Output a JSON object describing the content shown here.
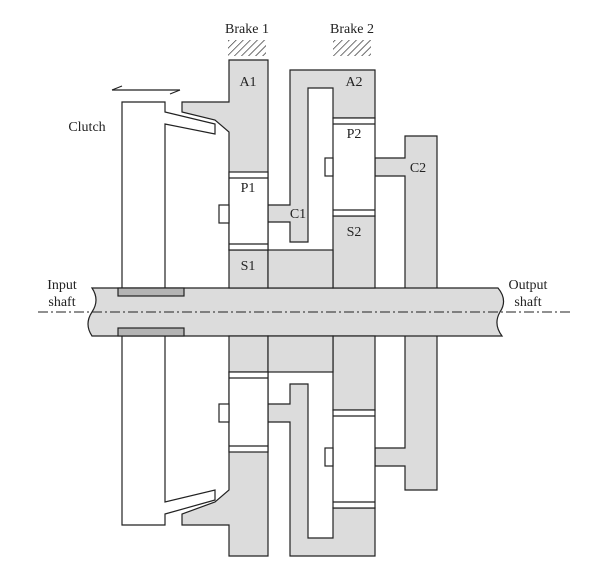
{
  "labels": {
    "brake1": "Brake 1",
    "brake2": "Brake 2",
    "a1": "A1",
    "a2": "A2",
    "p1": "P1",
    "p2": "P2",
    "c1": "C1",
    "c2": "C2",
    "s1": "S1",
    "s2": "S2",
    "clutch": "Clutch",
    "input_line1": "Input",
    "input_line2": "shaft",
    "output_line1": "Output",
    "output_line2": "shaft"
  },
  "colors": {
    "part_fill": "#dcdcdc",
    "outline": "#222222",
    "clutch_pad": "#b4b4b4"
  }
}
